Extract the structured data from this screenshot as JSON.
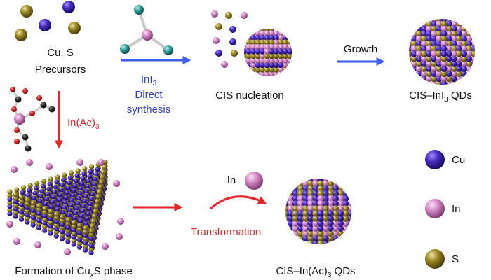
{
  "colors": {
    "cu": "#3b1f9e",
    "in": "#d48ac6",
    "s": "#8d7b1f",
    "blue_arrow": "#3f5ef0",
    "red_arrow": "#e8262a",
    "iodine": "#2c9c98",
    "oxygen": "#d2211f",
    "carbon": "#2b2b2b"
  },
  "labels": {
    "precursors_line1": "Cu, S",
    "precursors_line2": "Precursors",
    "ini3_base": "InI",
    "ini3_sub": "3",
    "direct": "Direct",
    "synthesis": "synthesis",
    "nucleation": "CIS nucleation",
    "growth": "Growth",
    "cis_ini3_base": "CIS–InI",
    "cis_ini3_sub": "3",
    "cis_ini3_suffix": " QDs",
    "inac_base": "In(Ac)",
    "inac_sub": "3",
    "formation_base": "Formation of Cu",
    "formation_x": "x",
    "formation_suffix": "S phase",
    "in_atom": "In",
    "transformation": "Transformation",
    "cis_inac_base": "CIS–In(Ac)",
    "cis_inac_sub": "3",
    "cis_inac_suffix": " QDs",
    "legend_cu": "Cu",
    "legend_in": "In",
    "legend_s": "S"
  }
}
